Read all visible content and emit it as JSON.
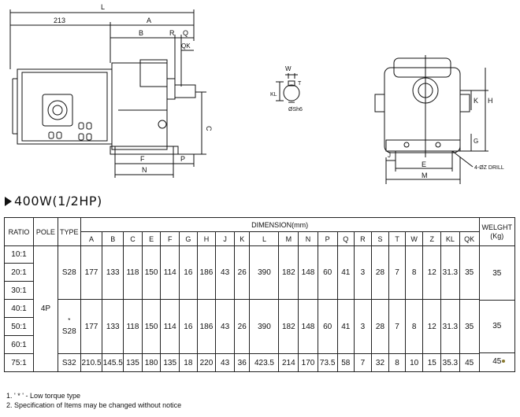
{
  "drawing": {
    "labels": {
      "L": "L",
      "d213": "213",
      "A": "A",
      "B": "B",
      "R": "R",
      "Q": "Q",
      "QK": "QK",
      "C": "C",
      "F": "F",
      "P": "P",
      "N": "N",
      "W": "W",
      "KL": "KL",
      "T": "T",
      "S": "ØSh6",
      "K": "K",
      "H": "H",
      "G": "G",
      "J": "J",
      "E": "E",
      "M": "M",
      "Z": "4-ØZ DRILL"
    }
  },
  "section": {
    "title": "400W(1/2HP)"
  },
  "table": {
    "col_ratio": "RATIO",
    "col_pole": "POLE",
    "col_type": "TYPE",
    "col_dimension": "DIMENSION(mm)",
    "col_weight": "WELGHT (Kg)",
    "dim_cols": [
      "A",
      "B",
      "C",
      "E",
      "F",
      "G",
      "H",
      "J",
      "K",
      "L",
      "M",
      "N",
      "P",
      "Q",
      "R",
      "S",
      "T",
      "W",
      "Z",
      "KL",
      "QK"
    ],
    "ratios": [
      "10:1",
      "20:1",
      "30:1",
      "40:1",
      "50:1",
      "60:1",
      "75:1"
    ],
    "pole": "4P",
    "group1": {
      "type": "S28",
      "values": [
        "177",
        "133",
        "118",
        "150",
        "114",
        "16",
        "186",
        "43",
        "26",
        "390",
        "182",
        "148",
        "60",
        "41",
        "3",
        "28",
        "7",
        "8",
        "12",
        "31.3",
        "35"
      ]
    },
    "group2": {
      "type": "S28",
      "mark": "*",
      "values": [
        "177",
        "133",
        "118",
        "150",
        "114",
        "16",
        "186",
        "43",
        "26",
        "390",
        "182",
        "148",
        "60",
        "41",
        "3",
        "28",
        "7",
        "8",
        "12",
        "31.3",
        "35"
      ]
    },
    "group3": {
      "type": "S32",
      "values": [
        "210.5",
        "145.5",
        "135",
        "180",
        "135",
        "18",
        "220",
        "43",
        "36",
        "423.5",
        "214",
        "170",
        "73.5",
        "58",
        "7",
        "32",
        "8",
        "10",
        "15",
        "35.3",
        "45"
      ]
    }
  },
  "notes": [
    "1. ' * ' - Low torque type",
    "2. Specification of Items may be changed without notice"
  ]
}
